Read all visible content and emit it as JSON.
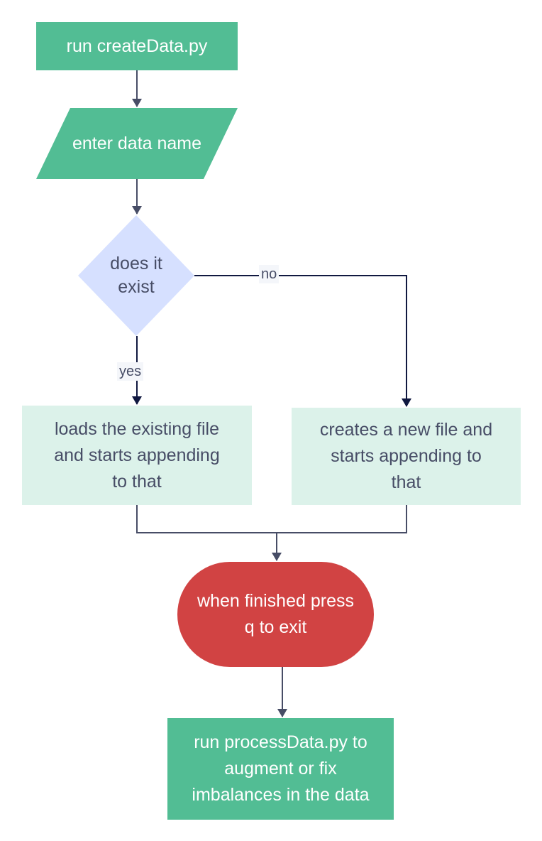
{
  "nodes": {
    "start": "run createData.py",
    "input": "enter data name",
    "decision": [
      "does it",
      "exist"
    ],
    "load_existing": [
      "loads the existing file",
      "and starts appending",
      "to that"
    ],
    "create_new": [
      "creates a new file and",
      "starts appending to",
      "that"
    ],
    "end": [
      "when finished press",
      "q to exit"
    ],
    "process": [
      "run processData.py to",
      "augment or fix",
      "imbalances in the data"
    ]
  },
  "edges": {
    "no": "no",
    "yes": "yes"
  },
  "colors": {
    "process_green": "#52bd94",
    "decision_blue": "#d6e0ff",
    "light_green": "#dcf2ea",
    "terminator_red": "#d14343",
    "connector": "#474d66",
    "text_dark": "#474d66"
  }
}
